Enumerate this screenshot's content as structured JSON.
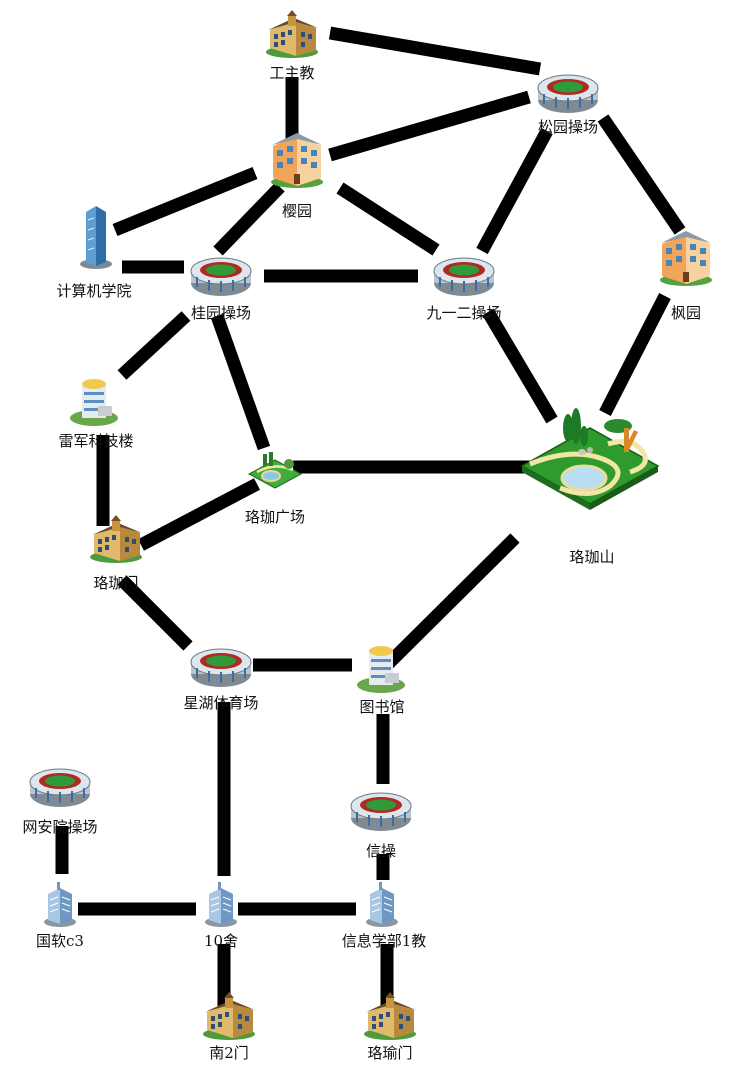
{
  "nodes": [
    {
      "id": "gongzhujiao",
      "label": "工主教",
      "icon": "school-building-icon"
    },
    {
      "id": "songyuan",
      "label": "松园操场",
      "icon": "stadium-icon"
    },
    {
      "id": "yingyuan",
      "label": "樱园",
      "icon": "apartment-icon"
    },
    {
      "id": "jisuanji",
      "label": "计算机学院",
      "icon": "skyscraper-icon"
    },
    {
      "id": "guiyuan",
      "label": "桂园操场",
      "icon": "stadium-icon"
    },
    {
      "id": "jiuyier",
      "label": "九一二操场",
      "icon": "stadium-icon"
    },
    {
      "id": "fengyuan",
      "label": "枫园",
      "icon": "apartment-icon"
    },
    {
      "id": "leijun",
      "label": "雷军科技楼",
      "icon": "tower-icon"
    },
    {
      "id": "luojiaguangchang",
      "label": "珞珈广场",
      "icon": "park-icon"
    },
    {
      "id": "luojiashan",
      "label": "珞珈山",
      "icon": "mountain-park-icon"
    },
    {
      "id": "luojiamen",
      "label": "珞珈门",
      "icon": "school-building-icon"
    },
    {
      "id": "xinghu",
      "label": "星湖体育场",
      "icon": "stadium-icon"
    },
    {
      "id": "tushuguan",
      "label": "图书馆",
      "icon": "tower-icon"
    },
    {
      "id": "wangan",
      "label": "网安院操场",
      "icon": "stadium-icon"
    },
    {
      "id": "xincao",
      "label": "信操",
      "icon": "stadium-icon"
    },
    {
      "id": "guoruan",
      "label": "国软c3",
      "icon": "office-building-icon"
    },
    {
      "id": "shishe10",
      "label": "10舍",
      "icon": "office-building-icon"
    },
    {
      "id": "xinxi1",
      "label": "信息学部1教",
      "icon": "office-building-icon"
    },
    {
      "id": "nan2men",
      "label": "南2门",
      "icon": "school-building-icon"
    },
    {
      "id": "luoyumen",
      "label": "珞瑜门",
      "icon": "school-building-icon"
    }
  ]
}
